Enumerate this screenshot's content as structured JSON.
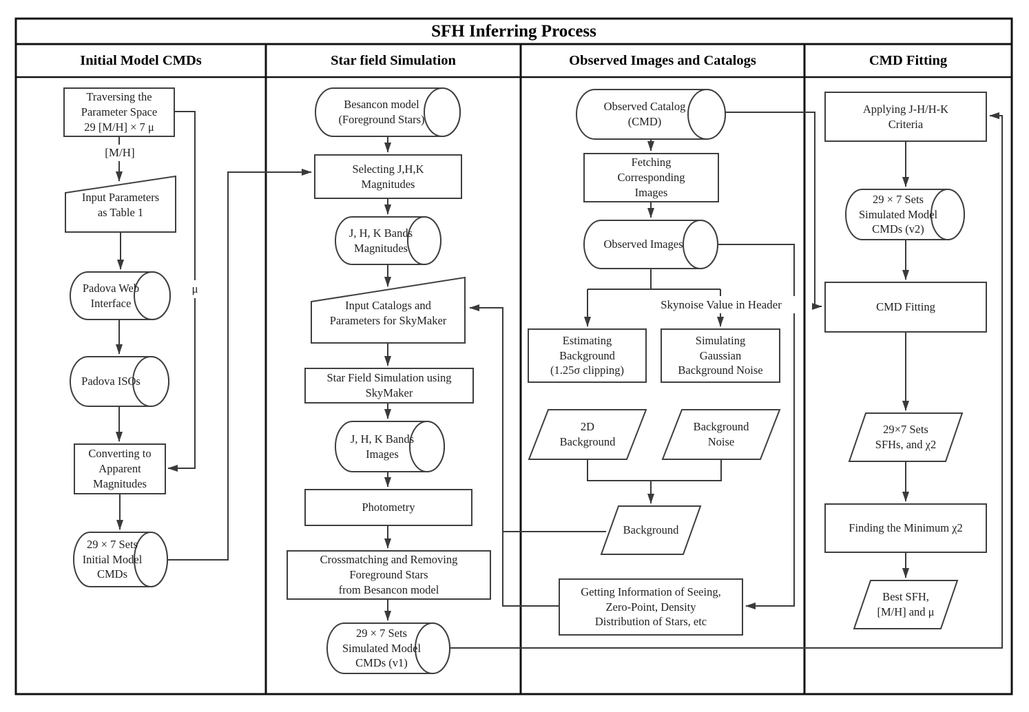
{
  "title": "SFH Inferring Process",
  "columns": [
    {
      "header": "Initial Model CMDs"
    },
    {
      "header": "Star field Simulation"
    },
    {
      "header": "Observed Images and Catalogs"
    },
    {
      "header": "CMD Fitting"
    }
  ],
  "edge_labels": {
    "mh": "[M/H]",
    "mu": "μ",
    "skynoise": "Skynoise Value in Header"
  },
  "nodes": {
    "traversing": "Traversing the\nParameter Space\n29 [M/H] × 7 μ",
    "input_params": "Input Parameters\nas Table 1",
    "padova_web": "Padova Web\nInterface",
    "padova_isos": "Padova ISOs",
    "converting": "Converting to\nApparent\nMagnitudes",
    "initial_cmds": "29 × 7 Sets\nInitial Model\nCMDs",
    "besancon": "Besancon model\n(Foreground Stars)",
    "selecting": "Selecting J,H,K\nMagnitudes",
    "jhk_mags": "J, H, K Bands\nMagnitudes",
    "input_catalogs": "Input Catalogs and\nParameters for SkyMaker",
    "starfield_sim": "Star Field Simulation using\nSkyMaker",
    "jhk_images": "J, H, K Bands\nImages",
    "photometry": "Photometry",
    "crossmatching": "Crossmatching and Removing\nForeground Stars\nfrom Besancon model",
    "sim_cmds_v1": "29 × 7 Sets\nSimulated Model\nCMDs (v1)",
    "observed_catalog": "Observed Catalog\n(CMD)",
    "fetching": "Fetching\nCorresponding\nImages",
    "observed_images": "Observed Images",
    "estimating_bg": "Estimating\nBackground\n(1.25σ clipping)",
    "simulating_noise": "Simulating\nGaussian\nBackground Noise",
    "bg_2d": "2D\nBackground",
    "bg_noise": "Background\nNoise",
    "background": "Background",
    "getting_info": "Getting Information of Seeing,\nZero-Point, Density\nDistribution of Stars, etc",
    "applying": "Applying J-H/H-K\nCriteria",
    "sim_cmds_v2": "29 × 7 Sets\nSimulated Model\nCMDs (v2)",
    "cmd_fitting": "CMD Fitting",
    "sfh_sets": "29×7 Sets\nSFHs, and χ2",
    "finding_min": "Finding the Minimum χ2",
    "best_sfh": "Best SFH,\n[M/H] and μ"
  },
  "colors": {
    "border": "#111111",
    "shape_stroke": "#3f3f3f",
    "text": "#222222"
  }
}
